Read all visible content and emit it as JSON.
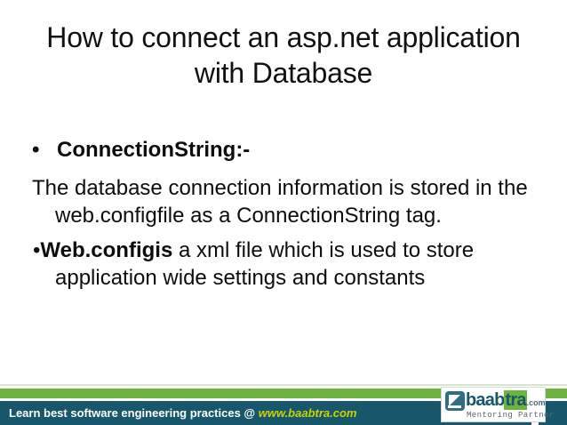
{
  "slide": {
    "title": "How to connect an asp.net application with Database",
    "body": {
      "bullet1_marker": "•",
      "bullet1_text": "ConnectionString:-",
      "paragraph1": "The database connection information is stored in the web.configfile as a ConnectionString tag.",
      "bullet2_marker": "•",
      "bullet2_bold": "Web.configis",
      "bullet2_rest": " a xml file which is used to store application wide settings and constants"
    }
  },
  "footer": {
    "tagline": "Learn best software engineering practices @ ",
    "url": "www.baabtra.com",
    "logo": {
      "word_start": "baab",
      "word_highlight": "tra",
      "dotcom": ".com",
      "tagline": "Mentoring Partner"
    }
  },
  "colors": {
    "green": "#6cb33f",
    "teal": "#17566b",
    "url_yellow": "#c9d400",
    "logo_mark": "#2f6e84",
    "text": "#0d0d0d"
  }
}
